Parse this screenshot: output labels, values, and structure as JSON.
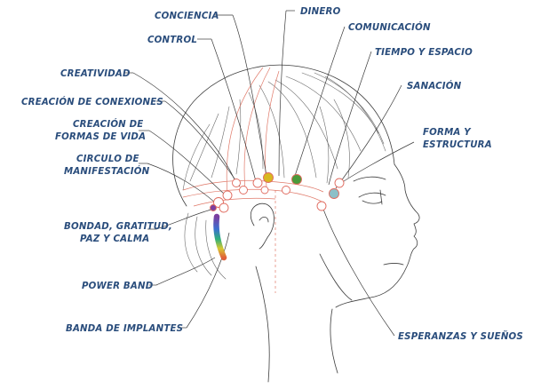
{
  "labels": {
    "conciencia": "CONCIENCIA",
    "control": "CONTROL",
    "dinero": "DINERO",
    "comunicacion": "COMUNICACIÓN",
    "tiempo_espacio": "TIEMPO Y ESPACIO",
    "creatividad": "CREATIVIDAD",
    "sanacion": "SANACIÓN",
    "creacion_conexiones": "CREACIÓN DE CONEXIONES",
    "creacion_formas_1": "CREACIÓN DE",
    "creacion_formas_2": "FORMAS DE VIDA",
    "forma_estructura_1": "FORMA Y",
    "forma_estructura_2": "ESTRUCTURA",
    "circulo_1": "CIRCULO DE",
    "circulo_2": "MANIFESTACIÓN",
    "bondad_1": "BONDAD, GRATITUD,",
    "bondad_2": "PAZ Y CALMA",
    "power_band": "POWER BAND",
    "banda_implantes": "BANDA DE IMPLANTES",
    "esperanzas": "ESPERANZAS Y SUEÑOS"
  },
  "colors": {
    "label_text": "#2a4d7c",
    "outline": "#3d3d3d",
    "point_ring": "#e06a5e",
    "guide_line": "#e07a6a",
    "conciencia_dot": "#d8b820",
    "dinero_dot": "#4a9a3a",
    "tiempo_dot": "#8cc0c8",
    "band_gradient": [
      "#7b3fa0",
      "#3b6fd0",
      "#2fb07a",
      "#d8c830",
      "#e0603a"
    ]
  }
}
